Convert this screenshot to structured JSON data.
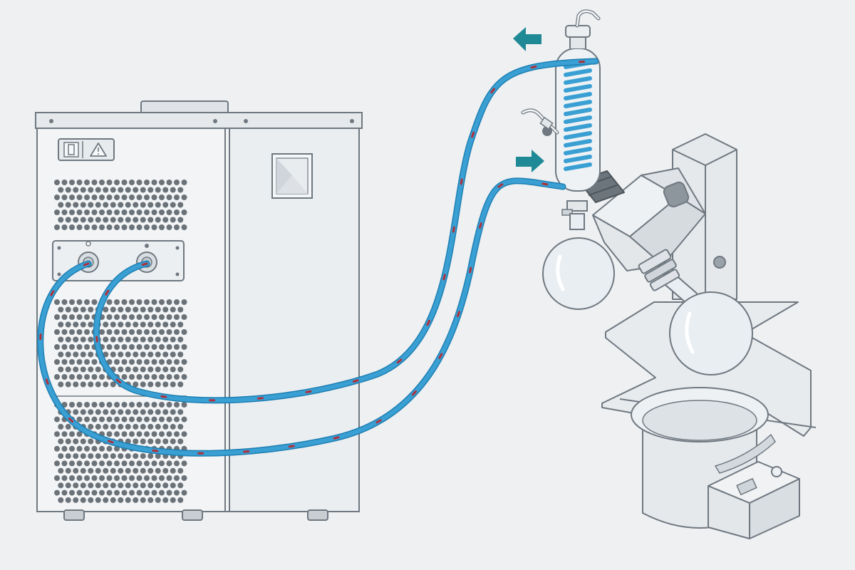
{
  "diagram": {
    "kind": "chiller-connected-rotary-evaporator",
    "colors": {
      "background": "#eef0f2",
      "outline": "#6f7880",
      "panel_light": "#f2f4f6",
      "panel_mid": "#e1e5e9",
      "vent_dots": "#6b7278",
      "hose": "#3aa0d4",
      "hose_dark": "#1e7fb2",
      "hose_marker": "#b0303a",
      "flow_arrow": "#1f8a96",
      "glass": "#e9eef2"
    },
    "icons": {
      "power_switch": "power-switch-icon",
      "warning": "warning-triangle-icon",
      "outlet_arrow": "arrow-left-icon",
      "inlet_arrow": "arrow-right-icon"
    },
    "components": [
      "recirculating-chiller",
      "coolant-outlet-port",
      "coolant-inlet-port",
      "supply-hose",
      "return-hose",
      "condenser-coil",
      "receiving-flask",
      "evaporating-flask",
      "motor-unit",
      "heating-bath",
      "bath-control-box"
    ]
  }
}
